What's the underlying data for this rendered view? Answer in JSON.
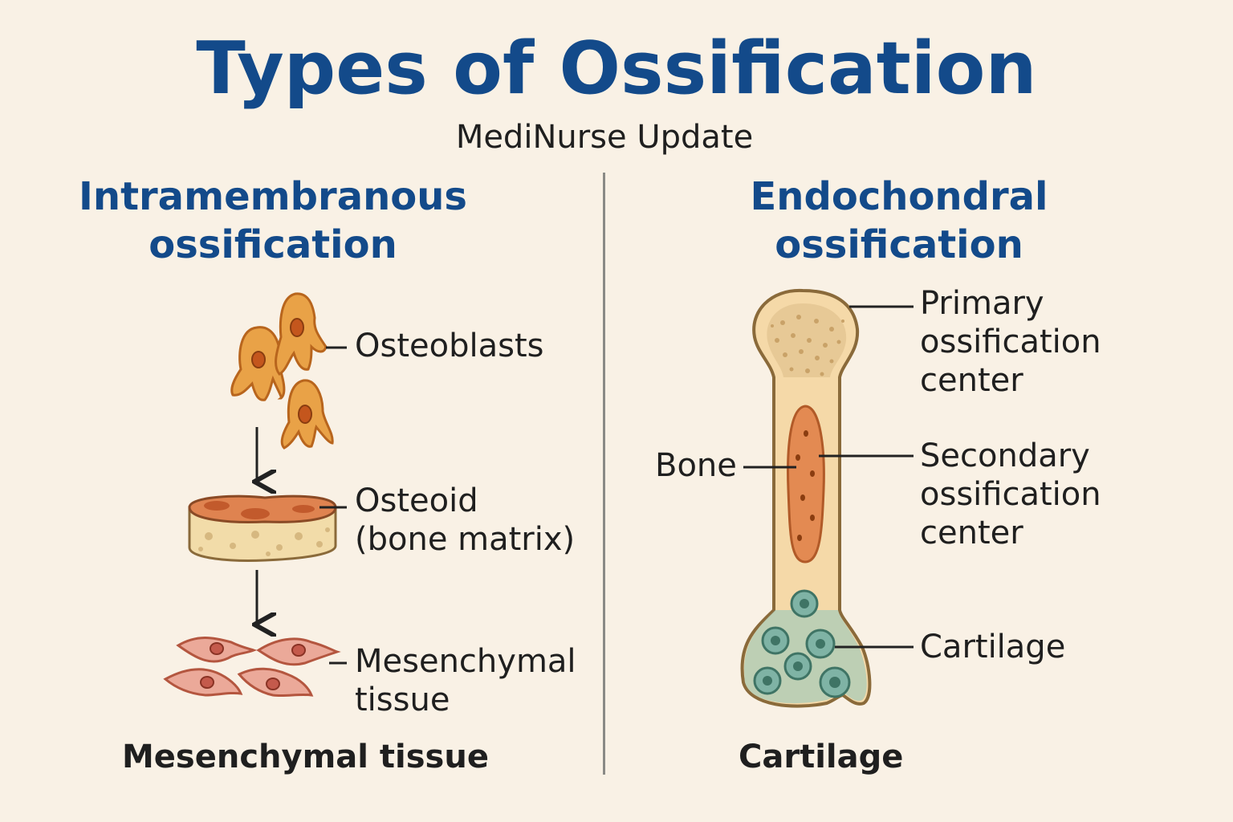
{
  "title": "Types of Ossification",
  "subtitle": "MediNurse Update",
  "left": {
    "heading": [
      "Intramembranous",
      "ossification"
    ],
    "labels": {
      "osteoblasts": "Osteoblasts",
      "osteoid": [
        "Osteoid",
        "(bone matrix)"
      ],
      "mesenchymal": [
        "Mesenchymal",
        "tissue"
      ]
    },
    "caption": "Mesenchymal tissue"
  },
  "right": {
    "heading": [
      "Endochondral",
      "ossification"
    ],
    "labels": {
      "primary": [
        "Primary",
        "ossification",
        "center"
      ],
      "bone": "Bone",
      "secondary": [
        "Secondary",
        "ossification",
        "center"
      ],
      "cartilage": "Cartilage"
    },
    "caption": "Cartilage"
  },
  "colors": {
    "heading": "#134a8a",
    "osteoblast": "#e9a247",
    "bone_center": "#e38a52",
    "cartilage": "#7fb3a5",
    "mesenchymal_cell": "#eba999"
  }
}
